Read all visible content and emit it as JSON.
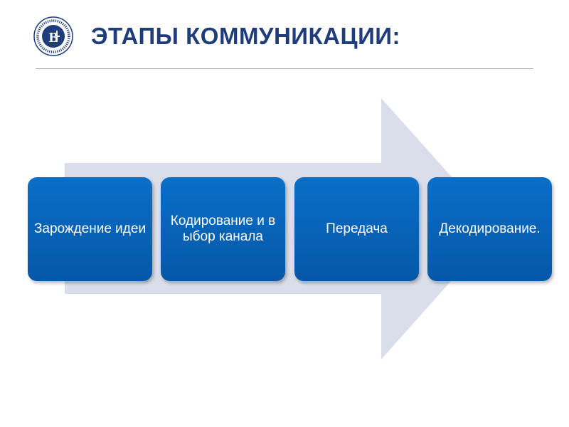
{
  "slide": {
    "title": "ЭТАПЫ КОММУНИКАЦИИ:",
    "logo_icon": "hse-university-logo-icon"
  },
  "diagram": {
    "arrow_color": "#d9deea",
    "box_color": "#0a63b8",
    "stages": [
      {
        "label": "Зарождение идеи"
      },
      {
        "label": "Кодирование и выбор канала"
      },
      {
        "label": "Передача"
      },
      {
        "label": "Декодирование."
      }
    ]
  }
}
